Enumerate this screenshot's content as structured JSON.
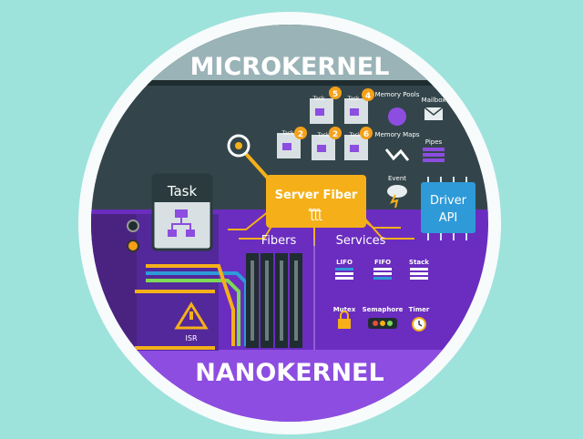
{
  "banners": {
    "top": "MICROKERNEL",
    "bottom": "NANOKERNEL"
  },
  "task_card": {
    "title": "Task"
  },
  "server_fiber": {
    "label": "Server Fiber",
    "glyph": "ƪƪƪ"
  },
  "sections": {
    "fibers": "Fibers",
    "services": "Services"
  },
  "driver": {
    "line1": "Driver",
    "line2": "API"
  },
  "tasks": [
    {
      "label": "Task",
      "badge": "5"
    },
    {
      "label": "Task",
      "badge": "4"
    },
    {
      "label": "Task",
      "badge": "2"
    },
    {
      "label": "Task",
      "badge": "2"
    },
    {
      "label": "Task",
      "badge": "6"
    }
  ],
  "micro_services": {
    "memory_pools": "Memory Pools",
    "mailbox": "Mailbox",
    "memory_maps": "Memory Maps",
    "pipes": "Pipes",
    "event": "Event"
  },
  "nano_services": {
    "lifo": "LIFO",
    "fifo": "FIFO",
    "stack": "Stack",
    "mutex": "Mutex",
    "semaphore": "Semaphore",
    "timer": "Timer"
  },
  "isr": {
    "label": "ISR"
  },
  "colors": {
    "background": "#9ee2dc",
    "ring": "#f7fbfb",
    "micro_bg": "#33454a",
    "nano_bg": "#6a2dbf",
    "accent": "#f5b019",
    "driver": "#2e9ad8"
  }
}
